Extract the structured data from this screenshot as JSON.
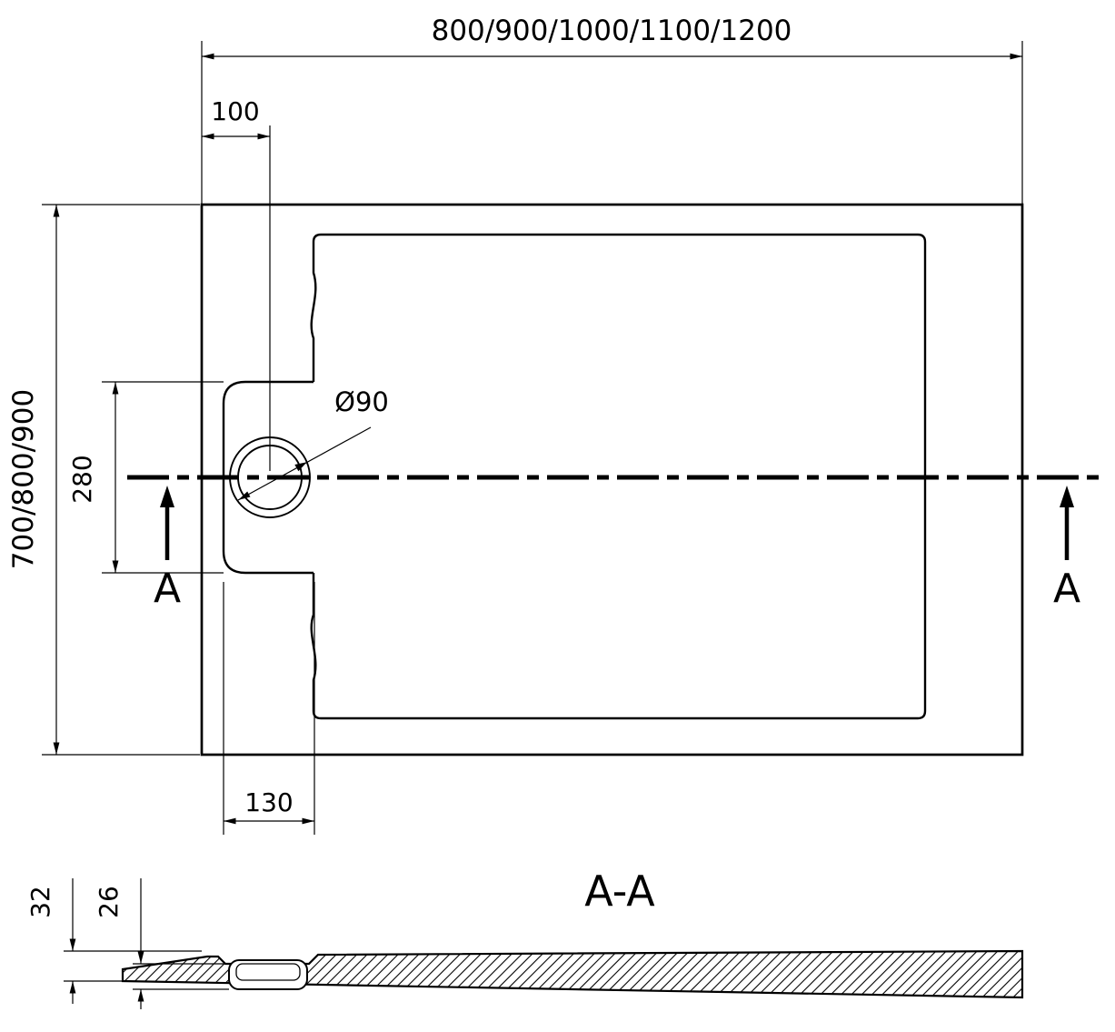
{
  "top_view": {
    "width_dim": "800/900/1000/1100/1200",
    "offset_dim": "100",
    "height_dim": "700/800/900",
    "drain_dim": "Ø90",
    "drain_offset_dim": "280",
    "pocket_width_dim": "130",
    "section_marker_left": "A",
    "section_marker_right": "A"
  },
  "section_view": {
    "label": "A-A",
    "total_height_dim": "32",
    "base_thickness_dim": "26"
  },
  "colors": {
    "line": "#000000",
    "background": "#ffffff"
  }
}
